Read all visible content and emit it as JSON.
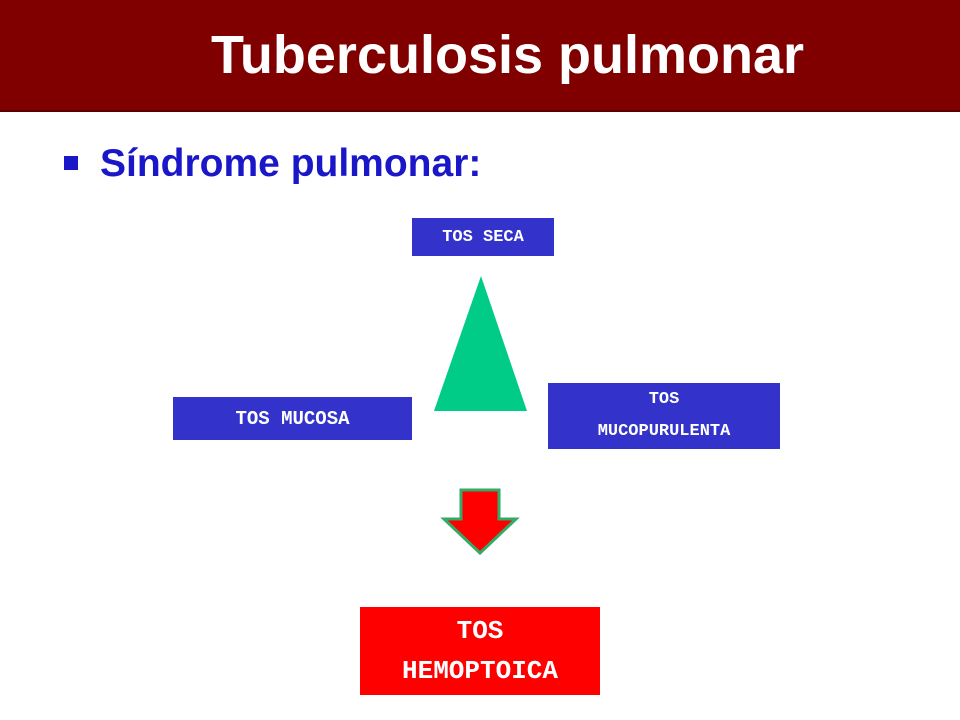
{
  "slide": {
    "title": "Tuberculosis pulmonar",
    "subtitle": "Síndrome pulmonar:"
  },
  "diagram": {
    "box_top": "TOS SECA",
    "box_left": "TOS MUCOSA",
    "box_right": {
      "line1": "TOS",
      "line2": "MUCOPURULENTA"
    },
    "box_bottom": {
      "line1": "TOS",
      "line2": "HEMOPTOICA"
    }
  },
  "colors": {
    "header_bg": "#800000",
    "subtitle": "#1a17c8",
    "box_blue": "#3333cc",
    "box_red": "#ff0000",
    "triangle": "#00cc88",
    "arrow_fill": "#ff0000",
    "arrow_outline": "#33aa66"
  },
  "icons": {
    "bullet": "square-bullet-icon",
    "triangle": "green-triangle",
    "arrow": "down-arrow-icon"
  }
}
